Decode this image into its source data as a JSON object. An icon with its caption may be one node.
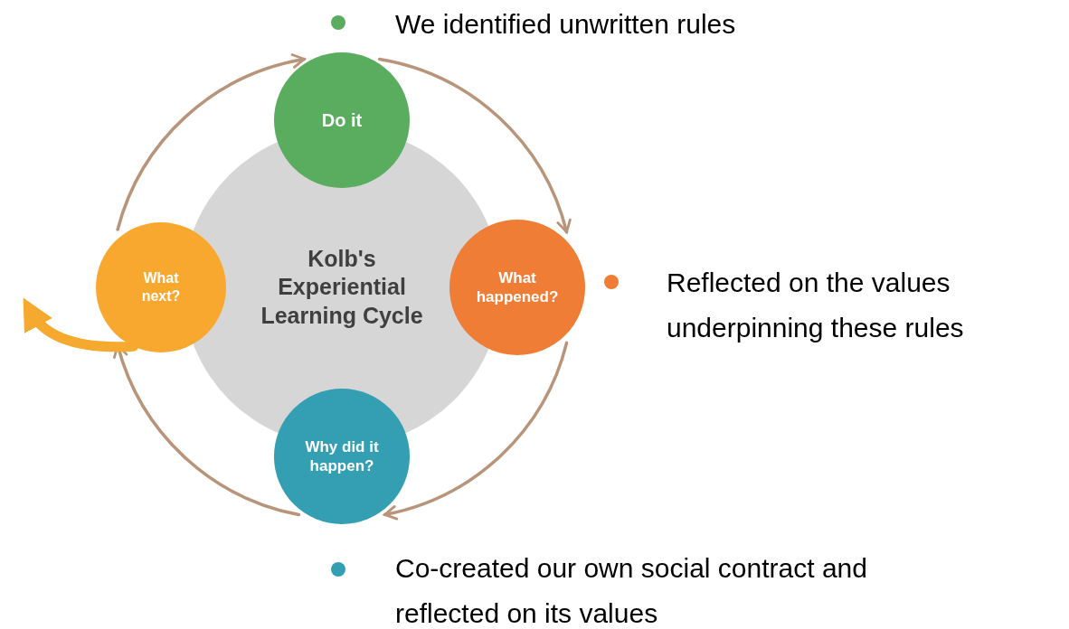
{
  "diagram": {
    "nodes": [
      {
        "text": [
          "Kolb's Experiential Learning Cycle"
        ]
      },
      {
        "text": [
          "Do it"
        ]
      },
      {
        "text": [
          "What happened?"
        ]
      },
      {
        "text": [
          "Why did it happen?"
        ]
      },
      {
        "text": [
          "What next?"
        ]
      }
    ],
    "edges": [
      {
        "from": 1,
        "to": 2,
        "arrow": "to"
      },
      {
        "from": 2,
        "to": 3,
        "arrow": "to"
      },
      {
        "from": 3,
        "to": 4,
        "arrow": "to"
      },
      {
        "from": 4,
        "to": 1,
        "arrow": "to"
      },
      {
        "from": 4,
        "to": null,
        "arrow": "to",
        "style": "thick",
        "color": "#f5a92e"
      }
    ],
    "labels": [
      "We identified unwritten rules",
      "Reflected on the values underpinning these rules",
      "Co-created our own social contract and reflected on its values"
    ]
  }
}
